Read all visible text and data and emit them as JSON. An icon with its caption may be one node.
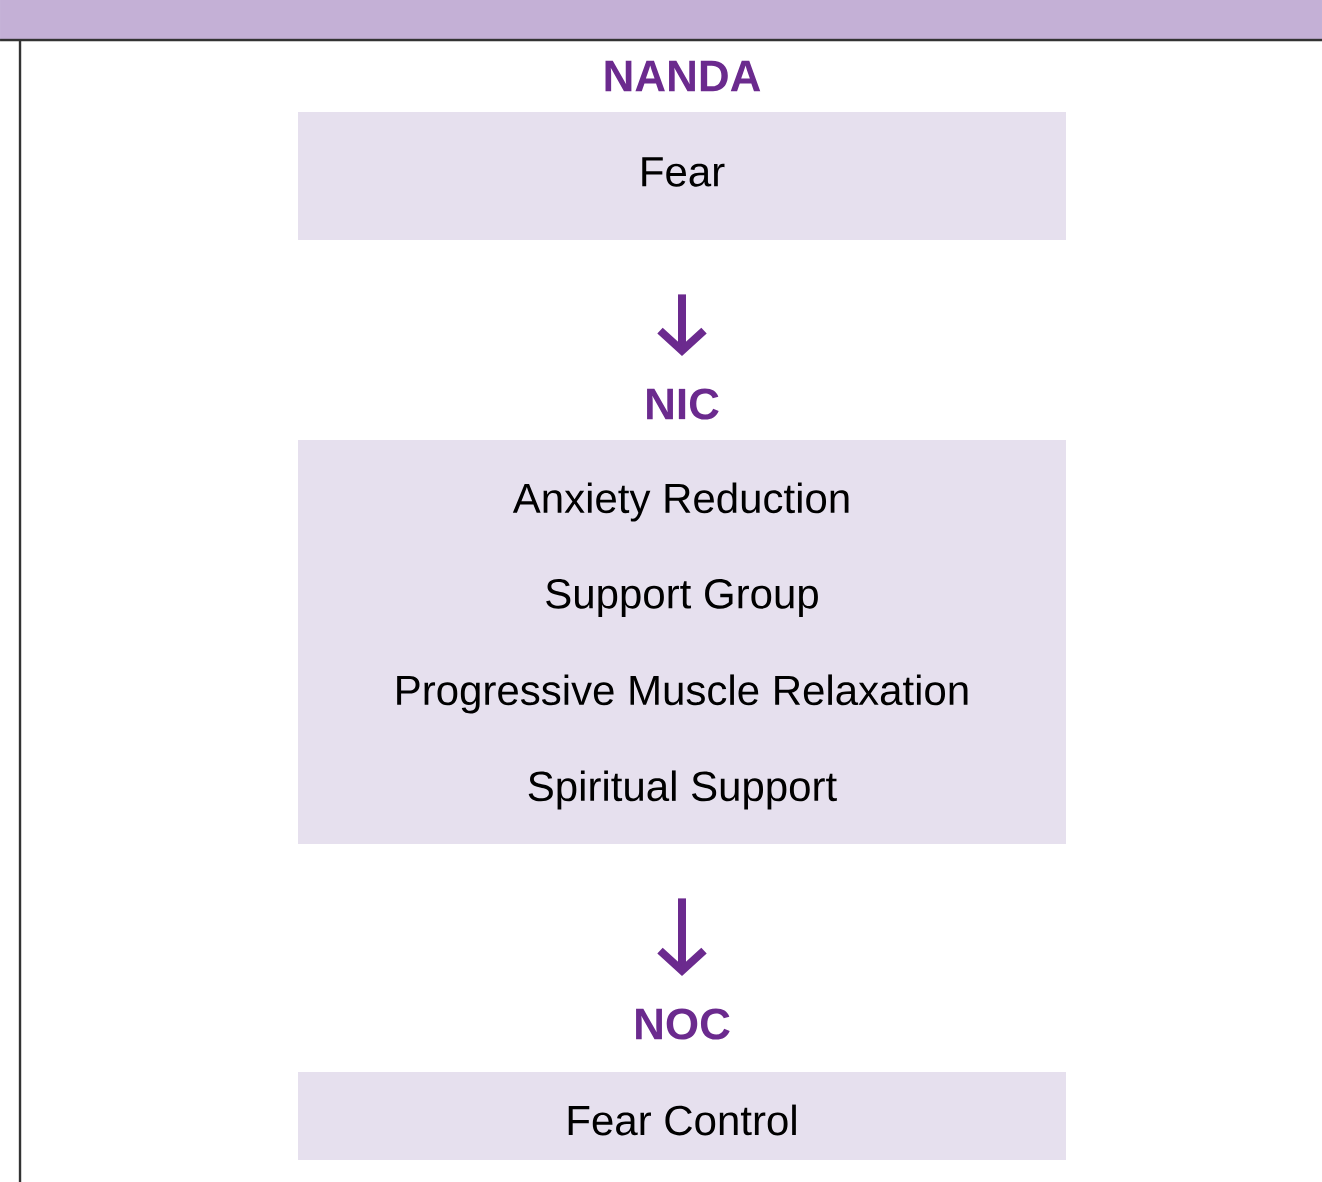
{
  "diagram": {
    "nodes": [
      {
        "text": [
          "NANDA",
          "Fear"
        ]
      },
      {
        "text": [
          "NIC",
          "Anxiety Reduction",
          "Support Group",
          "Progressive Muscle Relaxation",
          "Spiritual Support"
        ]
      },
      {
        "text": [
          "NOC",
          "Fear Control"
        ]
      }
    ],
    "edges": [
      {
        "from": 0,
        "to": 1,
        "arrow": "to"
      },
      {
        "from": 1,
        "to": 2,
        "arrow": "to"
      }
    ]
  }
}
